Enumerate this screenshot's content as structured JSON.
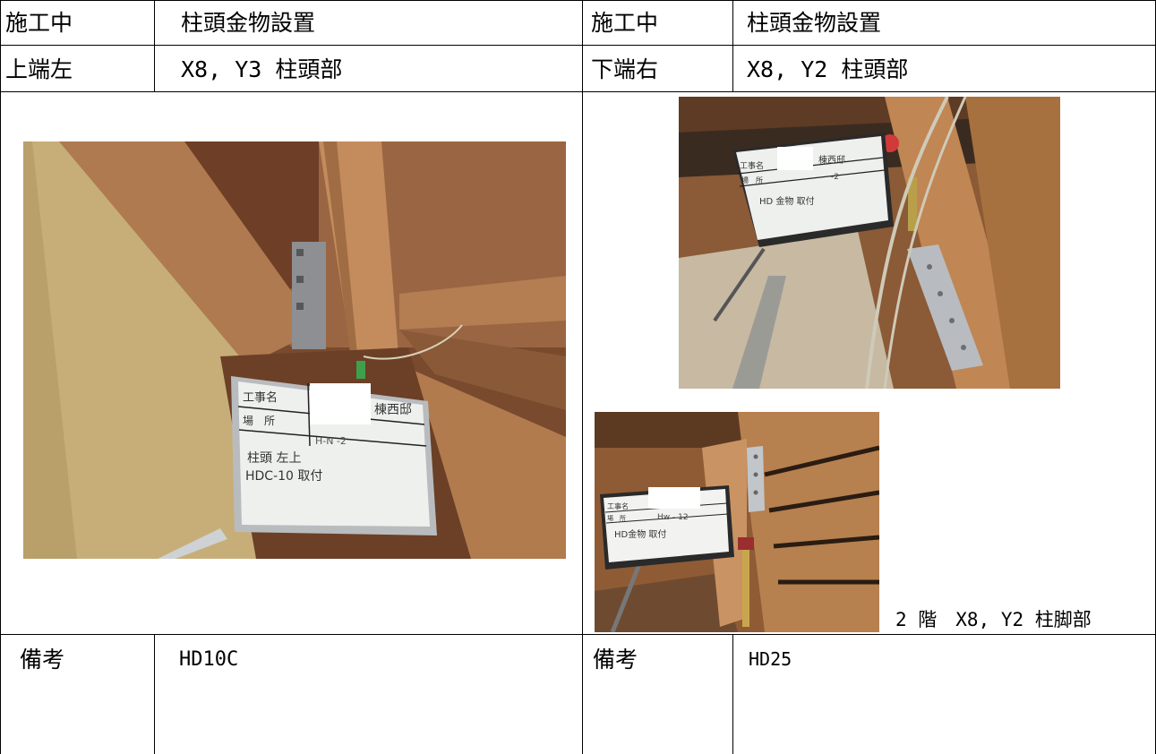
{
  "left": {
    "status": "施工中",
    "work": "柱頭金物設置",
    "position": "上端左",
    "location": "X8, Y3 柱頭部",
    "remarks_label": "備考",
    "remarks_value": "HD10C",
    "photo": {
      "board_title": "工事名",
      "board_place_label": "場　所",
      "board_place_value": "H-N -2",
      "board_note_1": "柱頭 左上",
      "board_note_2": "HDC-10 取付",
      "board_project_partial": "棟西邸"
    }
  },
  "right": {
    "status": "施工中",
    "work": "柱頭金物設置",
    "position": "下端右",
    "location": "X8, Y2 柱頭部",
    "remarks_label": "備考",
    "remarks_value": "HD25",
    "photo_top": {
      "board_title": "工事名",
      "board_place_label": "場　所",
      "board_place_value": "-2",
      "board_note": "HD 金物 取付",
      "board_project_partial": "棟西邸"
    },
    "photo_bottom": {
      "board_title": "工事名",
      "board_place_label": "場　所",
      "board_place_value": "Hw - 12",
      "board_note": "HD金物 取付",
      "caption": "2 階　X8, Y2 柱脚部"
    }
  }
}
